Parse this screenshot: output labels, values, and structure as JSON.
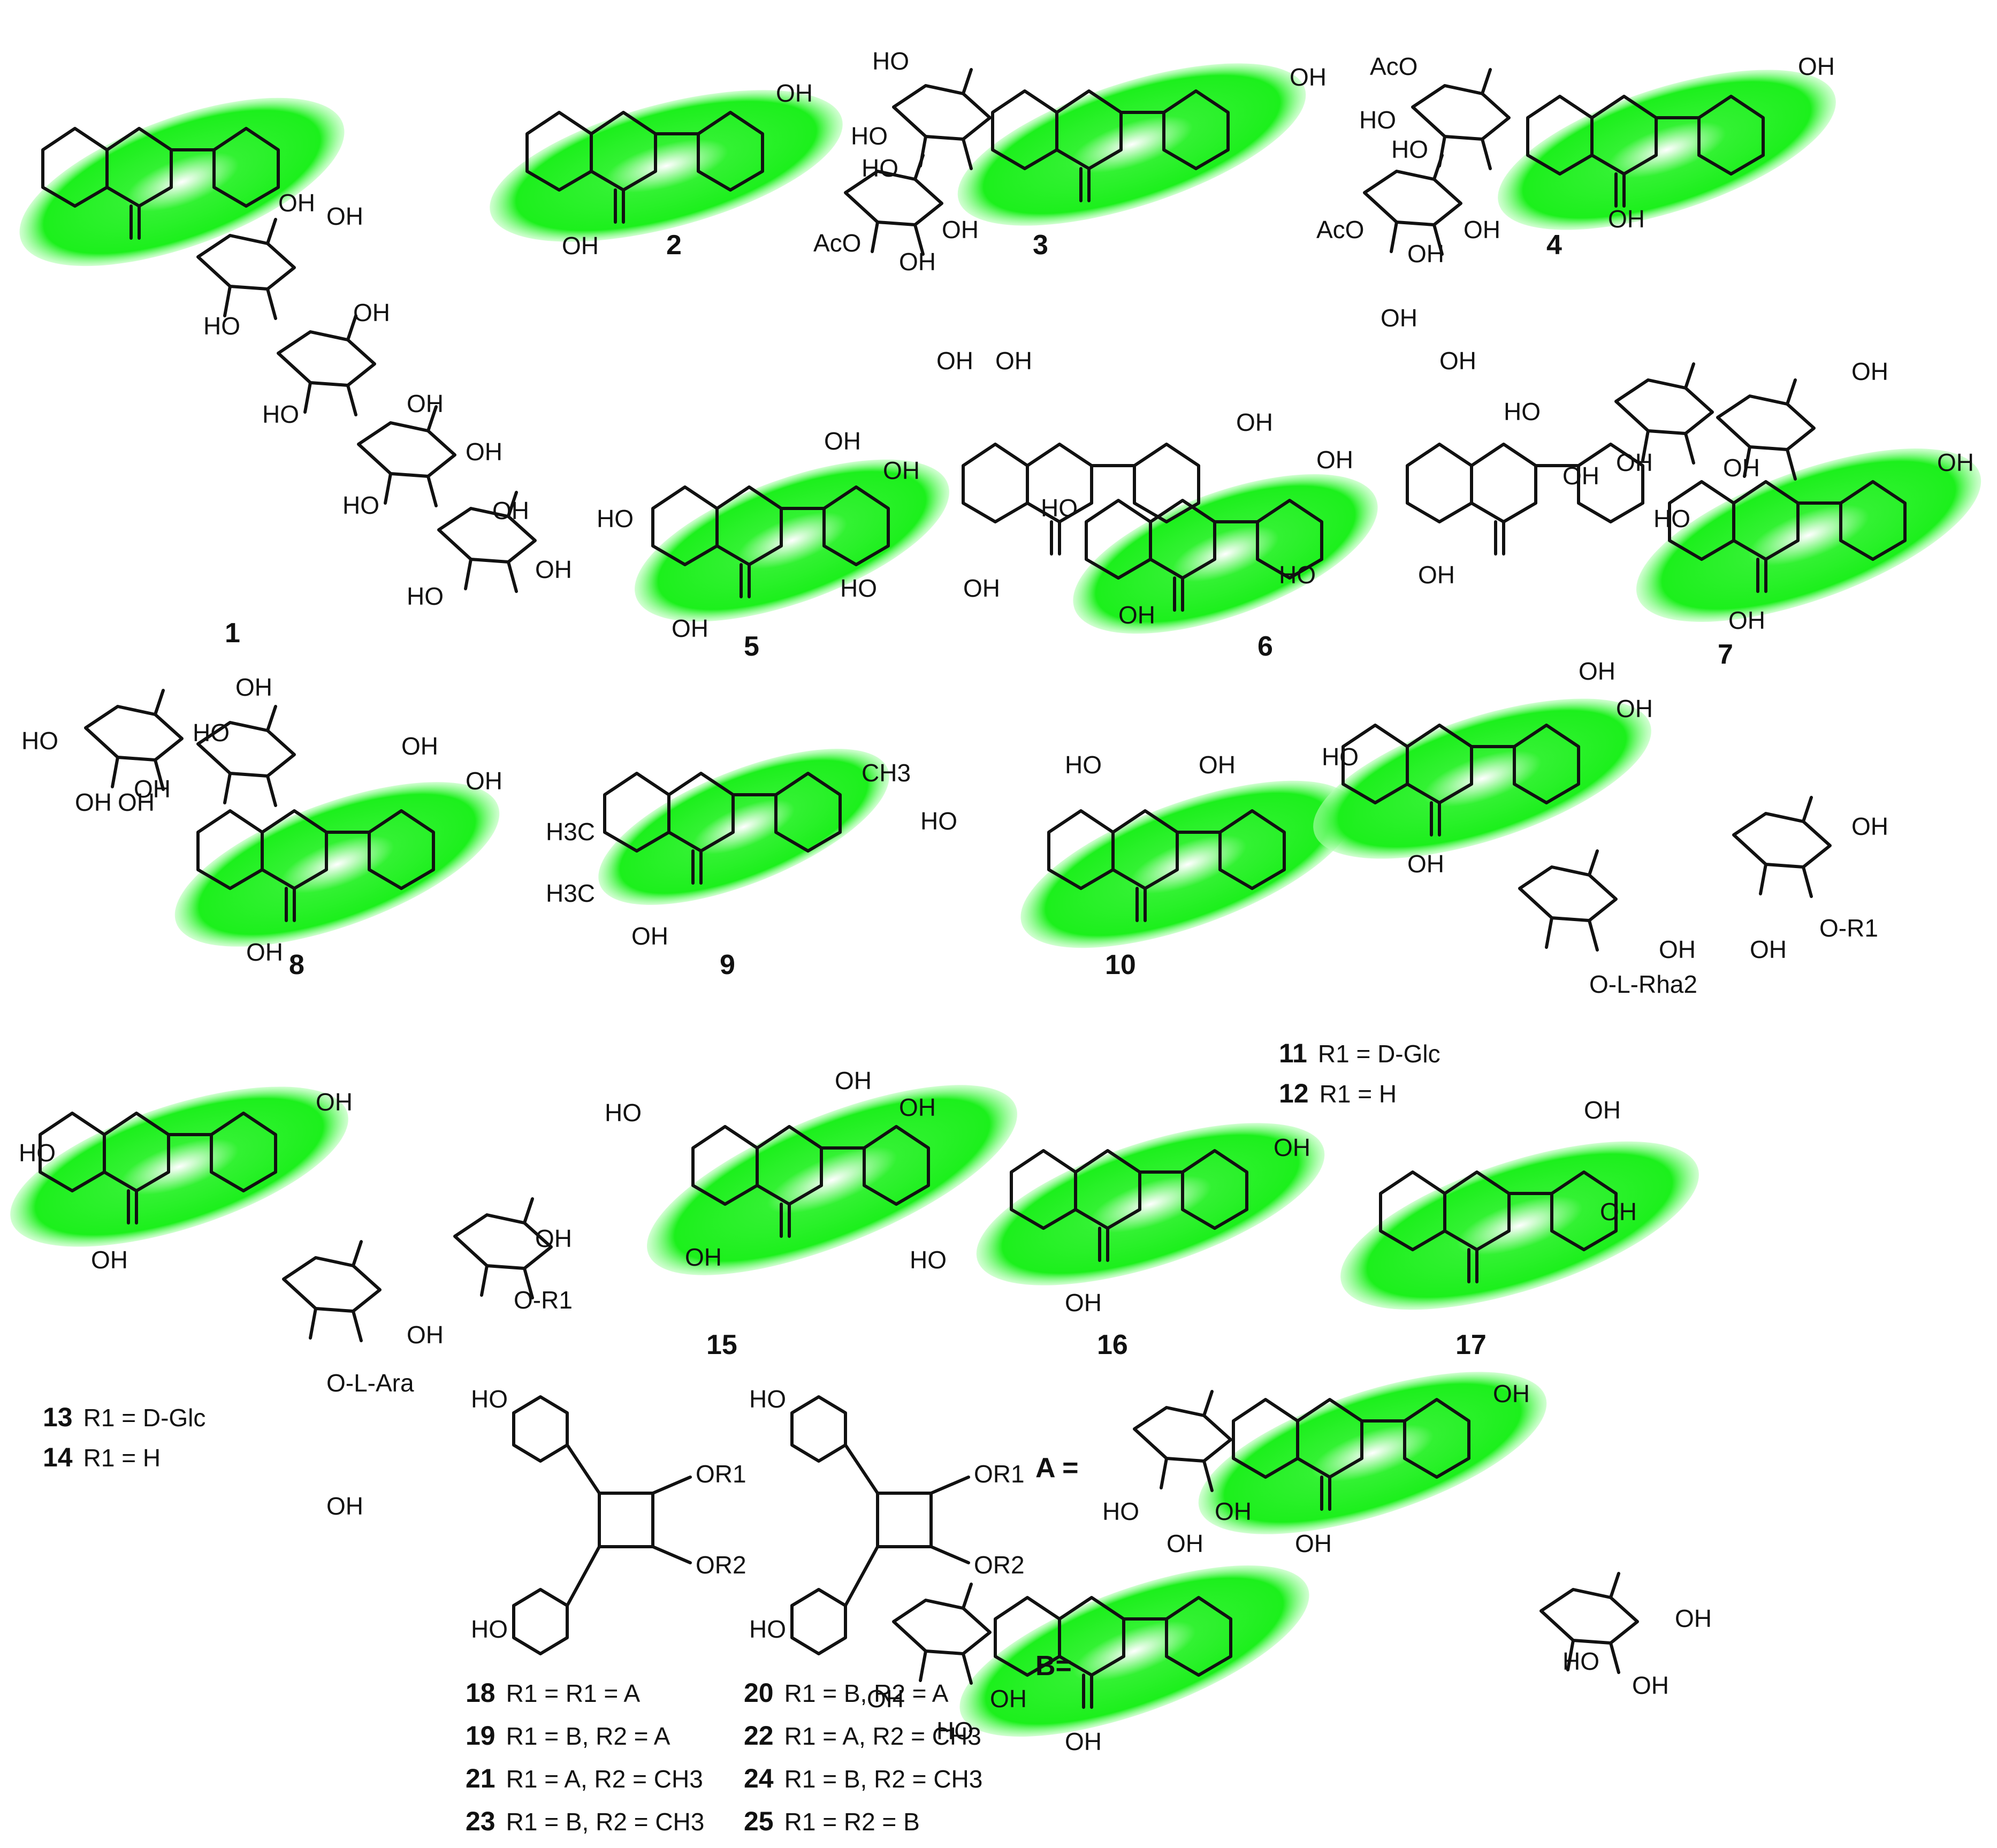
{
  "colors": {
    "highlight": "#1cf01c",
    "highlight_edge": "#b4ffb4",
    "ink": "#111111",
    "background": "#ffffff"
  },
  "compounds": [
    {
      "id": "1",
      "subs": [
        "OH",
        "OH",
        "OH",
        "OH",
        "OH",
        "OH",
        "OH",
        "HO",
        "HO",
        "HO",
        "HO"
      ]
    },
    {
      "id": "2",
      "subs": [
        "OH",
        "OH"
      ]
    },
    {
      "id": "3",
      "subs": [
        "OH",
        "HO",
        "HO",
        "HO",
        "OH",
        "OH",
        "AcO"
      ]
    },
    {
      "id": "4",
      "subs": [
        "OH",
        "OH",
        "HO",
        "HO",
        "OH",
        "OH",
        "AcO",
        "AcO"
      ]
    },
    {
      "id": "5",
      "subs": [
        "OH",
        "OH",
        "OH",
        "OH",
        "HO",
        "OH",
        "HO",
        "OH"
      ]
    },
    {
      "id": "6",
      "subs": [
        "OH",
        "OH",
        "OH",
        "OH",
        "HO",
        "OH",
        "HO",
        "OH"
      ]
    },
    {
      "id": "7",
      "subs": [
        "OH",
        "HO",
        "OH",
        "OH",
        "OH",
        "HO",
        "OH",
        "OH"
      ]
    },
    {
      "id": "8",
      "subs": [
        "OH",
        "OH",
        "OH",
        "HO",
        "OH",
        "OH",
        "OH",
        "HO",
        "OH"
      ]
    },
    {
      "id": "9",
      "subs": [
        "CH3",
        "H3C",
        "H3C",
        "OH"
      ]
    },
    {
      "id": "10",
      "subs": [
        "HO",
        "OH",
        "HO"
      ]
    },
    {
      "id": "11",
      "subs": [
        "OH",
        "OH",
        "HO",
        "OH",
        "OH",
        "OH",
        "OH",
        "O-R1",
        "O-L-Rha2"
      ]
    },
    {
      "id": "15",
      "subs": [
        "OH",
        "OH",
        "HO",
        "OH"
      ]
    },
    {
      "id": "16",
      "subs": [
        "OH",
        "HO",
        "OH"
      ]
    },
    {
      "id": "17",
      "subs": [
        "OH",
        "OH"
      ]
    },
    {
      "id": "13",
      "subs": [
        "OH",
        "HO",
        "OH",
        "OH",
        "OH",
        "O-R1",
        "O-L-Ara",
        "OH"
      ]
    },
    {
      "id": "A",
      "subs": [
        "OH",
        "HO",
        "OH",
        "OH",
        "OH"
      ]
    },
    {
      "id": "B",
      "subs": [
        "OH",
        "HO",
        "OH",
        "OH",
        "HO",
        "OH",
        "OH"
      ]
    }
  ],
  "r_definitions": [
    {
      "id": "11",
      "text": "R1 = D-Glc"
    },
    {
      "id": "12",
      "text": "R1 = H"
    },
    {
      "id": "13",
      "text": "R1 = D-Glc"
    },
    {
      "id": "14",
      "text": "R1 = H"
    },
    {
      "id": "18",
      "text": "R1 = R1 = A"
    },
    {
      "id": "19",
      "text": "R1 = B, R2 = A"
    },
    {
      "id": "21",
      "text": "R1 = A, R2 = CH3"
    },
    {
      "id": "23",
      "text": "R1 = B, R2 = CH3"
    },
    {
      "id": "20",
      "text": "R1 = B, R2 = A"
    },
    {
      "id": "22",
      "text": "R1 = A, R2 = CH3"
    },
    {
      "id": "24",
      "text": "R1 = B, R2 = CH3"
    },
    {
      "id": "25",
      "text": "R1 = R2 = B"
    }
  ],
  "substituent_labels": {
    "A": "A =",
    "B": "B=",
    "ester1": "OR1",
    "ester2": "OR2",
    "ho": "HO"
  }
}
